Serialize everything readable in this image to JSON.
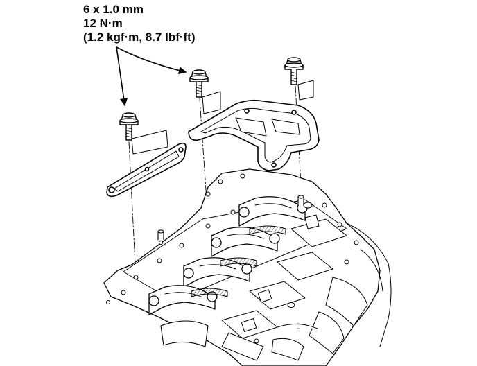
{
  "spec": {
    "bolt_size": "6 x 1.0 mm",
    "torque_nm": "12 N·m",
    "torque_alt": "(1.2 kgf·m, 8.7 lbf·ft)"
  },
  "colors": {
    "ink": "#000000",
    "paper": "#ffffff",
    "shade": "#8a8a8a"
  },
  "icons": {
    "bolt": "flange-bolt-icon",
    "leader": "arrow-leader-icon"
  }
}
